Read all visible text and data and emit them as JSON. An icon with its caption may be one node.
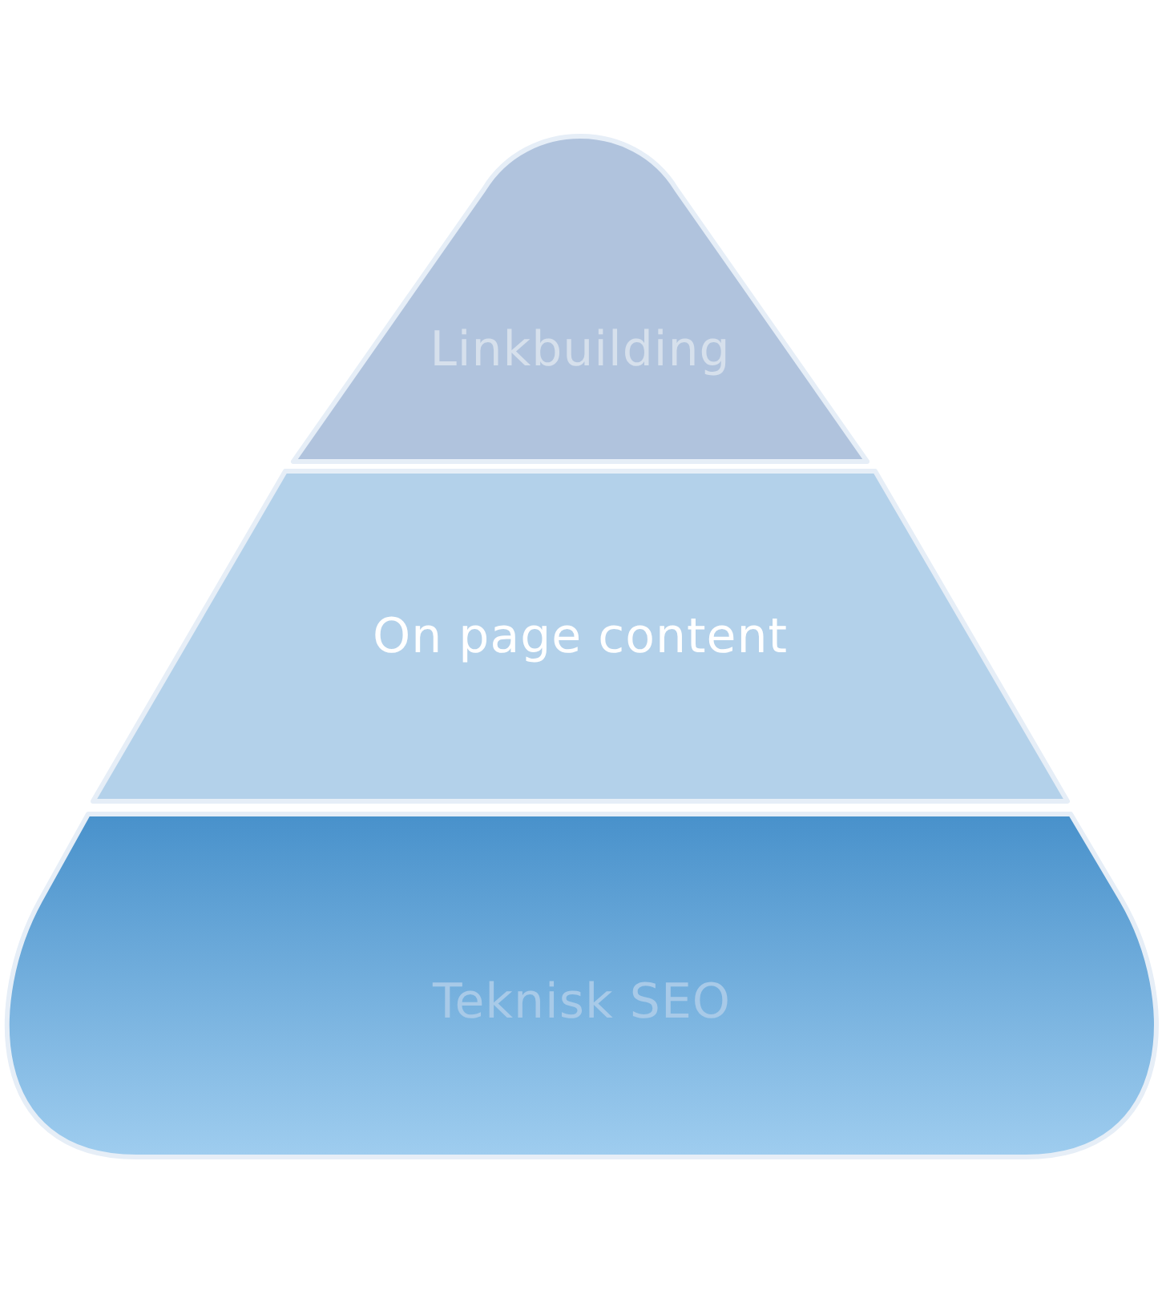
{
  "diagram": {
    "nodes": [
      {
        "text": [
          "Linkbuilding"
        ]
      },
      {
        "text": [
          "On page content"
        ]
      },
      {
        "text": [
          "Teknisk SEO"
        ]
      }
    ]
  }
}
